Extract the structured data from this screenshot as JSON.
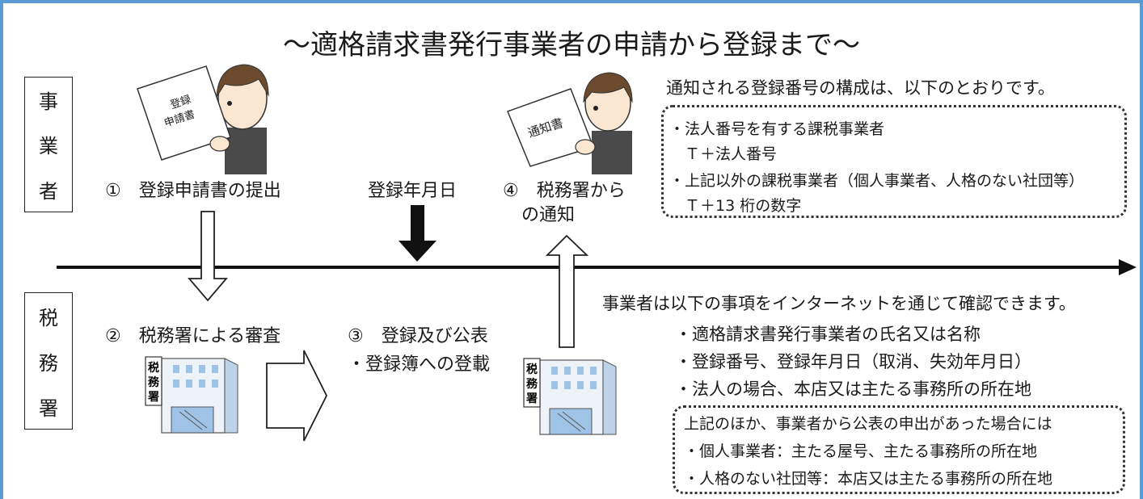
{
  "title": "～適格請求書発行事業者の申請から登録まで～",
  "lanes": {
    "business": [
      "事",
      "業",
      "者"
    ],
    "tax_office": [
      "税",
      "務",
      "署"
    ]
  },
  "steps": {
    "step1": "①　登録申請書の提出",
    "registration_date": "登録年月日",
    "step4_line1": "④　税務署から",
    "step4_line2": "の通知",
    "step2": "②　税務署による審査",
    "step3_line1": "③　登録及び公表",
    "step3_line2": "・登録簿への登載"
  },
  "illustrations": {
    "application_paper_line1": "登録",
    "application_paper_line2": "申請書",
    "notice_paper": "通知書",
    "tax_office_sign": [
      "税",
      "務",
      "署"
    ]
  },
  "number_info": {
    "heading": "通知される登録番号の構成は、以下のとおりです。",
    "lines": [
      "・法人番号を有する課税事業者",
      "　Ｔ＋法人番号",
      "・上記以外の課税事業者（個人事業者、人格のない社団等）",
      "　Ｔ＋13 桁の数字"
    ]
  },
  "internet_info": {
    "heading": "事業者は以下の事項をインターネットを通じて確認できます。",
    "items": [
      "・適格請求書発行事業者の氏名又は名称",
      "・登録番号、登録年月日（取消、失効年月日）",
      "・法人の場合、本店又は主たる事務所の所在地"
    ],
    "box_lines": [
      "上記のほか、事業者から公表の申出があった場合には",
      "・個人事業者：主たる屋号、主たる事務所の所在地",
      "・人格のない社団等：本店又は主たる事務所の所在地"
    ]
  },
  "colors": {
    "frame": "#5b9bd5",
    "building": "#bcd3ea",
    "window": "#9ec3e6",
    "hair": "#6b4a2e",
    "suit": "#4a4a4a"
  }
}
